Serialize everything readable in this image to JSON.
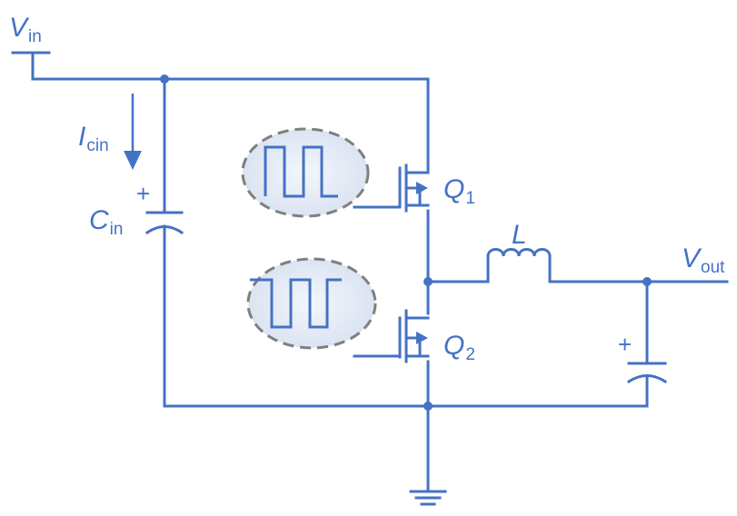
{
  "labels": {
    "vin_main": "V",
    "vin_sub": "in",
    "icin_main": "I",
    "icin_sub": "cin",
    "cin_main": "C",
    "cin_sub": "in",
    "q1_main": "Q",
    "q1_sub": "1",
    "q2_main": "Q",
    "q2_sub": "2",
    "inductor": "L",
    "vout_main": "V",
    "vout_sub": "out",
    "cin_plus": "+",
    "cout_plus": "+"
  },
  "colors": {
    "wire": "#4472c4",
    "bubble_fill": "#e8edf6",
    "bubble_stroke": "#7f7f7f"
  }
}
